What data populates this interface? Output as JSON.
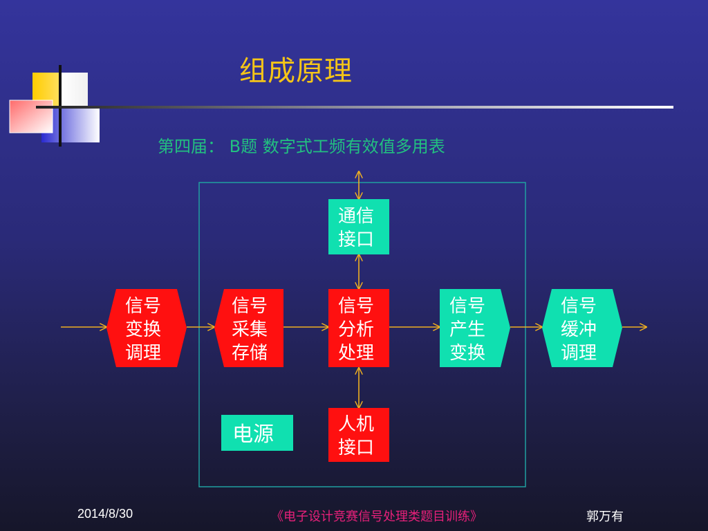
{
  "title": "组成原理",
  "subtitle": "第四届： B题 数字式工频有效值多用表",
  "colors": {
    "accent_title": "#f5c518",
    "subtitle": "#22c080",
    "block_red": "#ff1010",
    "block_teal": "#10e0b0",
    "arrow": "#f0b020",
    "frame": "#20a0a0"
  },
  "blocks": {
    "signal_transform": [
      "信号",
      "变换",
      "调理"
    ],
    "acquire_store": [
      "信号",
      "采集",
      "存储"
    ],
    "analyze_process": [
      "信号",
      "分析",
      "处理"
    ],
    "generate_transform": [
      "信号",
      "产生",
      "变换"
    ],
    "buffer_condition": [
      "信号",
      "缓冲",
      "调理"
    ],
    "comm_interface": [
      "通信",
      "接口"
    ],
    "hmi_interface": [
      "人机",
      "接口"
    ],
    "power": "电源"
  },
  "footer": {
    "date": "2014/8/30",
    "course": "《电子设计竞赛信号处理类题目训练》",
    "author": "郭万有"
  }
}
